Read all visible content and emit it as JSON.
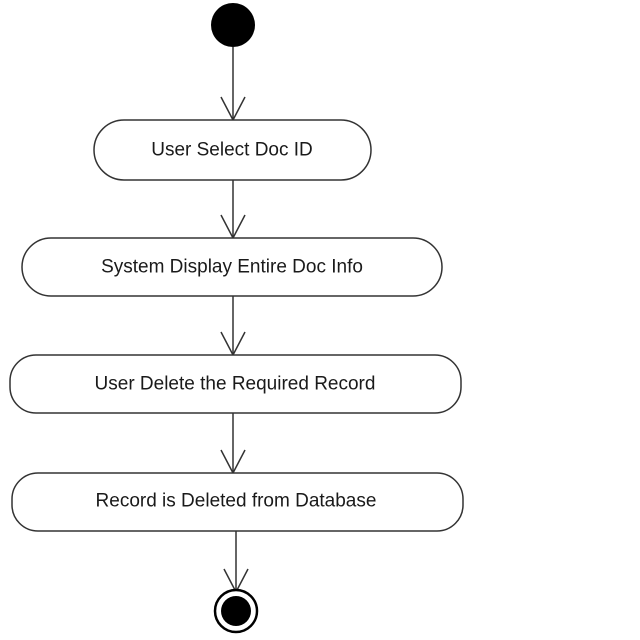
{
  "diagram": {
    "type": "uml-activity",
    "nodes": [
      {
        "id": "start",
        "kind": "initial"
      },
      {
        "id": "a1",
        "kind": "activity",
        "label": "User Select Doc ID"
      },
      {
        "id": "a2",
        "kind": "activity",
        "label": "System Display Entire Doc Info"
      },
      {
        "id": "a3",
        "kind": "activity",
        "label": "User Delete the Required Record"
      },
      {
        "id": "a4",
        "kind": "activity",
        "label": "Record is Deleted from Database"
      },
      {
        "id": "end",
        "kind": "final"
      }
    ],
    "edges": [
      {
        "from": "start",
        "to": "a1"
      },
      {
        "from": "a1",
        "to": "a2"
      },
      {
        "from": "a2",
        "to": "a3"
      },
      {
        "from": "a3",
        "to": "a4"
      },
      {
        "from": "a4",
        "to": "end"
      }
    ]
  },
  "colors": {
    "line": "#333333",
    "node_fill": "#000000",
    "box_fill": "#ffffff"
  }
}
